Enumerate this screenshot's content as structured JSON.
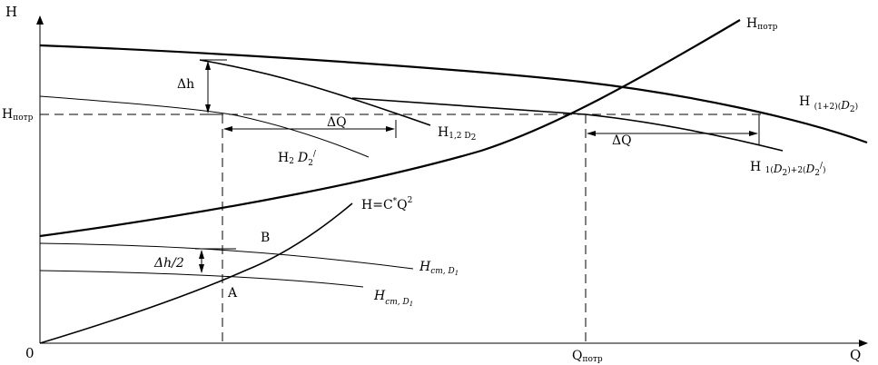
{
  "axes": {
    "y_label": "H",
    "x_label": "Q",
    "origin": "0",
    "h_potr": {
      "main": "H",
      "sub": "потр"
    },
    "q_potr": {
      "main": "Q",
      "sub": "потр"
    }
  },
  "curves": {
    "h_potr_top": {
      "main": "H",
      "sub": "потр"
    },
    "h_1p2_d2": {
      "main": "H",
      "sub": "(1+2)(",
      "arg": "D",
      "argsub": "2",
      "close": ")"
    },
    "h_12_d2": {
      "main": "H",
      "sub": "1,2 D",
      "subsub": "2"
    },
    "h_1_d2_2_d2p": {
      "main": "H",
      "sub": "1(",
      "arg1": "D",
      "arg1sub": "2",
      "mid": ")+2(",
      "arg2": "D",
      "arg2sub": "2",
      "arg2sup": "/",
      "close": ")"
    },
    "h2_d2p": {
      "main": "H",
      "sub": "2",
      "arg": "D",
      "argsub": "2",
      "argsup": "/"
    },
    "h_cq2": {
      "text": "H=C",
      "star": "*",
      "q": "Q",
      "pow": "2"
    },
    "h_st_d1_upper": {
      "main": "H",
      "sub": "ст, D",
      "subsub": "1"
    },
    "h_st_d1_lower": {
      "main": "H",
      "sub": "ст, D",
      "subsub": "1"
    }
  },
  "annotations": {
    "delta_h": "Δh",
    "delta_h_half": "Δh/2",
    "delta_q_left": "ΔQ",
    "delta_q_right": "ΔQ",
    "point_a": "A",
    "point_b": "B"
  }
}
